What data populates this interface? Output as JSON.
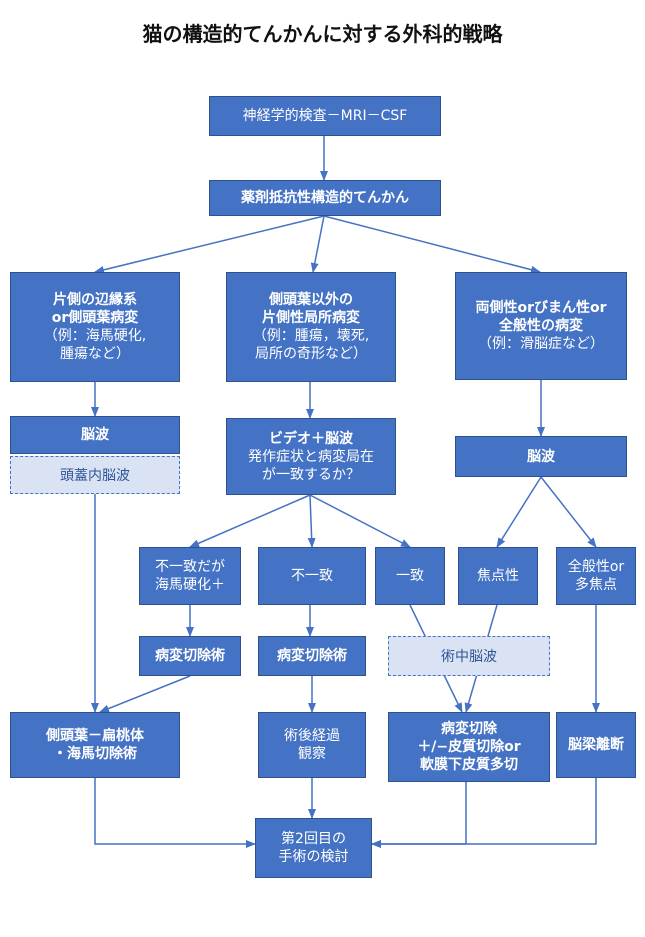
{
  "title": "猫の構造的てんかんに対する外科的戦略",
  "nodes": {
    "exam": "神経学的検査－MRI－CSF",
    "refractory": "薬剤抵抗性構造的てんかん",
    "limbic": {
      "line1": "片側の辺縁系",
      "line2": "or側頭葉病変",
      "line3": "（例：海馬硬化,",
      "line4": "腫瘍など）"
    },
    "focal": {
      "line1": "側頭葉以外の",
      "line2": "片側性局所病変",
      "line3": "（例：腫瘍，壊死,",
      "line4": "局所の奇形など）"
    },
    "bilateral": {
      "line1": "両側性orびまん性or",
      "line2": "全般性の病変",
      "line3": "（例：滑脳症など）"
    },
    "eeg_left": "脳波",
    "intracranial_eeg": "頭蓋内脳波",
    "video_eeg": {
      "line1": "ビデオ＋脳波",
      "line2": "発作症状と病変局在",
      "line3": "が一致するか？"
    },
    "eeg_right": "脳波",
    "mismatch_hs": {
      "line1": "不一致だが",
      "line2": "海馬硬化＋"
    },
    "mismatch": "不一致",
    "match": "一致",
    "focal_finding": "焦点性",
    "generalized": {
      "line1": "全般性or",
      "line2": "多焦点"
    },
    "lesionectomy_1": "病変切除術",
    "lesionectomy_2": "病変切除術",
    "intraop_eeg": "術中脳波",
    "temporal_lobectomy": {
      "line1": "側頭葉－扁桃体",
      "line2": "・海馬切除術"
    },
    "followup": {
      "line1": "術後経過",
      "line2": "観察"
    },
    "lesion_resection": {
      "line1": "病変切除",
      "line2": "＋/−皮質切除or",
      "line3": "軟膜下皮質多切"
    },
    "callosotomy": "脳梁離断",
    "second_surgery": {
      "line1": "第2回目の",
      "line2": "手術の検討"
    }
  },
  "colors": {
    "box_fill": "#4472c4",
    "box_text": "#ffffff",
    "dashed_fill": "#dae3f3",
    "arrow": "#4472c4"
  }
}
